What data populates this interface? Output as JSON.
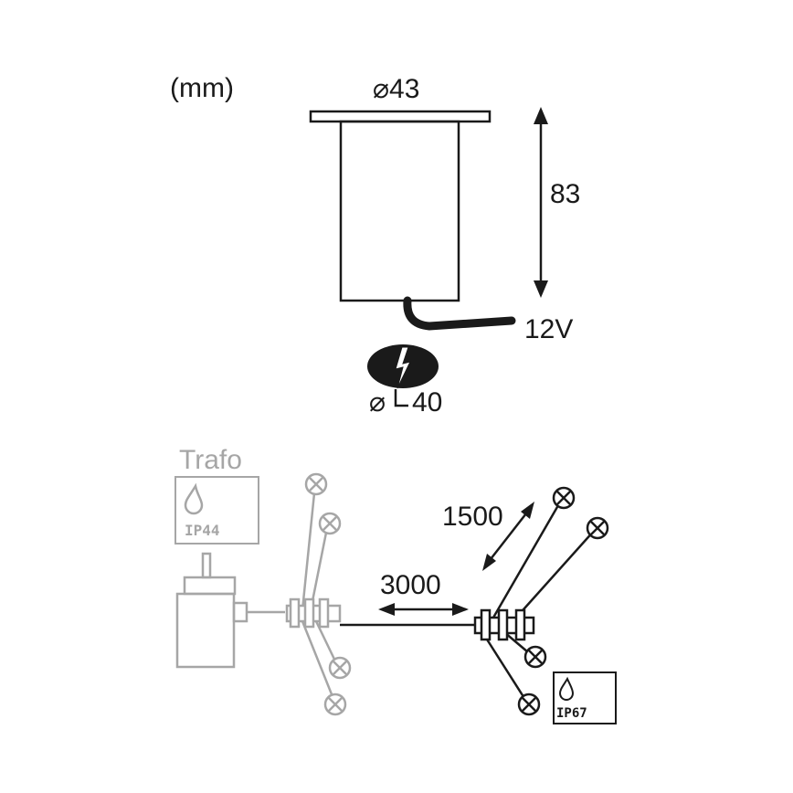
{
  "units_label": "(mm)",
  "dimensions": {
    "top_diameter": "⌀43",
    "height": "83",
    "voltage": "12V",
    "hole_diameter_symbol": "⌀",
    "hole_diameter_value": "40"
  },
  "wiring": {
    "transformer_label": "Trafo",
    "transformer_rating": "IP44",
    "lamp_rating": "IP67",
    "main_cable_length": "3000",
    "branch_cable_length": "1500"
  },
  "colors": {
    "ink": "#1a1a1a",
    "grey": "#a6a6a6"
  }
}
